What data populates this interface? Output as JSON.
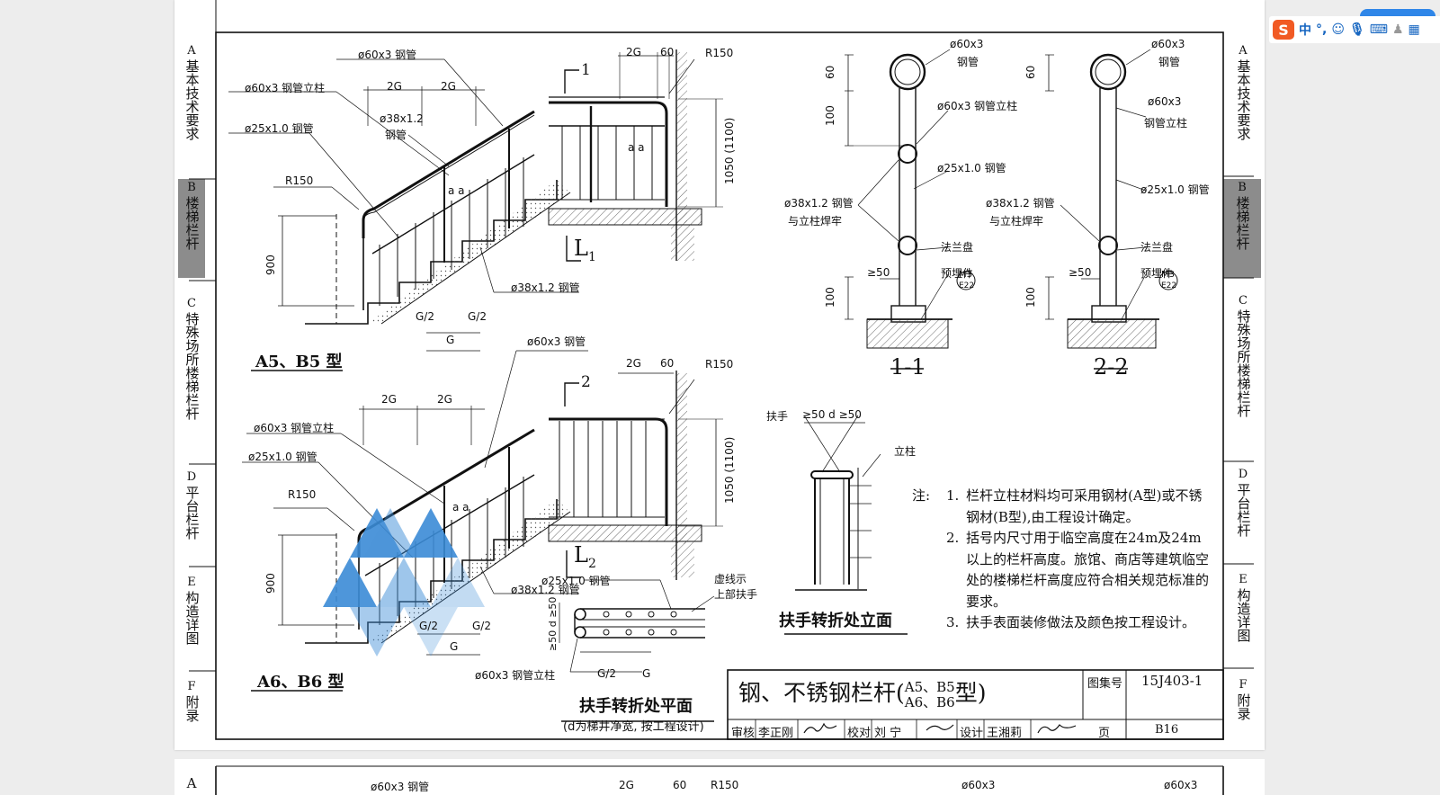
{
  "side_tabs_left": [
    {
      "letter": "A",
      "name": "基本技术要求",
      "active": false
    },
    {
      "letter": "B",
      "name": "楼梯栏杆",
      "active": true
    },
    {
      "letter": "C",
      "name": "特殊场所楼梯栏杆",
      "active": false
    },
    {
      "letter": "D",
      "name": "平台栏杆",
      "active": false
    },
    {
      "letter": "E",
      "name": "构造详图",
      "active": false
    },
    {
      "letter": "F",
      "name": "附录",
      "active": false
    }
  ],
  "side_tabs_right": [
    {
      "letter": "A",
      "name": "基本技术要求",
      "active": false
    },
    {
      "letter": "B",
      "name": "楼梯栏杆",
      "active": true
    },
    {
      "letter": "C",
      "name": "特殊场所楼梯栏杆",
      "active": false
    },
    {
      "letter": "D",
      "name": "平台栏杆",
      "active": false
    },
    {
      "letter": "E",
      "name": "构造详图",
      "active": false
    },
    {
      "letter": "F",
      "name": "附录",
      "active": false
    }
  ],
  "labels": {
    "pipe60": "ø60x3 钢管",
    "post60": "ø60x3 钢管立柱",
    "pipe25": "ø25x1.0 钢管",
    "pipe38": "ø38x1.2",
    "pipe38b": "钢管",
    "pipe38full": "ø38x1.2 钢管",
    "r150": "R150",
    "g2": "2G",
    "g60": "60",
    "aa": "a a",
    "h900": "900",
    "h1050": "1050 (1100)",
    "ghalf": "G/2",
    "g": "G",
    "l1": "1",
    "l2": "2",
    "L1": "L",
    "L1sub": "1",
    "L2": "L",
    "L2sub": "2",
    "s_pipe60a": "ø60x3",
    "s_pipe60b": "钢管",
    "s_post60a": "ø60x3",
    "s_post60b": "钢管立柱",
    "s_weld1": "ø38x1.2 钢管",
    "s_weld2": "与立柱焊牢",
    "s_flange": "法兰盘",
    "s_embed": "预埋件",
    "s_ge50": "≥50",
    "s_60": "60",
    "s_100": "100",
    "s_m3": "M3",
    "s_e22": "E22",
    "handrail": "扶手",
    "ge50d": "≥50  d  ≥50",
    "post": "立柱",
    "dash1": "虚线示",
    "dash2": "上部扶手",
    "ge50v": "≥50 d ≥50"
  },
  "titles": {
    "a5b5": "A5、B5 型",
    "a6b6": "A6、B6 型",
    "sec11": "1-1",
    "sec22": "2-2",
    "turn_elev": "扶手转折处立面",
    "turn_plan": "扶手转折处平面",
    "turn_plan_note": "(d为梯井净宽, 按工程设计)"
  },
  "notes": {
    "prefix": "注:",
    "items": [
      {
        "num": "1.",
        "text": "栏杆立柱材料均可采用钢材(A型)或不锈钢材(B型),由工程设计确定。"
      },
      {
        "num": "2.",
        "text": "括号内尺寸用于临空高度在24m及24m以上的栏杆高度。旅馆、商店等建筑临空处的楼梯栏杆高度应符合相关规范标准的要求。"
      },
      {
        "num": "3.",
        "text": "扶手表面装修做法及颜色按工程设计。"
      }
    ]
  },
  "title_block": {
    "main": "钢、不锈钢栏杆(",
    "type_top": "A5、B5",
    "type_bottom": "A6、B6",
    "suffix": "型)",
    "atlas_label": "图集号",
    "atlas_no": "15J403-1",
    "review_label": "审核",
    "reviewer": "李正刚",
    "check_label": "校对",
    "checker": "刘 宁",
    "design_label": "设计",
    "designer": "王湘莉",
    "page_label": "页",
    "page_no": "B16"
  },
  "next_page": {
    "tab": "A",
    "t1": "ø60x3 钢管",
    "t2": "2G",
    "t3": "60",
    "t4": "R150",
    "t5": "ø60x3",
    "t6": "ø60x3"
  },
  "toolbar": {
    "ime_label": "中",
    "punct": "°,"
  }
}
